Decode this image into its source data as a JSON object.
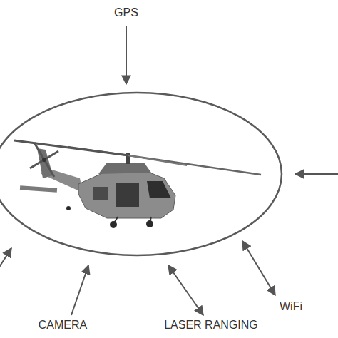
{
  "diagram": {
    "labels": [
      "GPS",
      "CAMERA",
      "LASER RANGING",
      "WiFi"
    ]
  }
}
